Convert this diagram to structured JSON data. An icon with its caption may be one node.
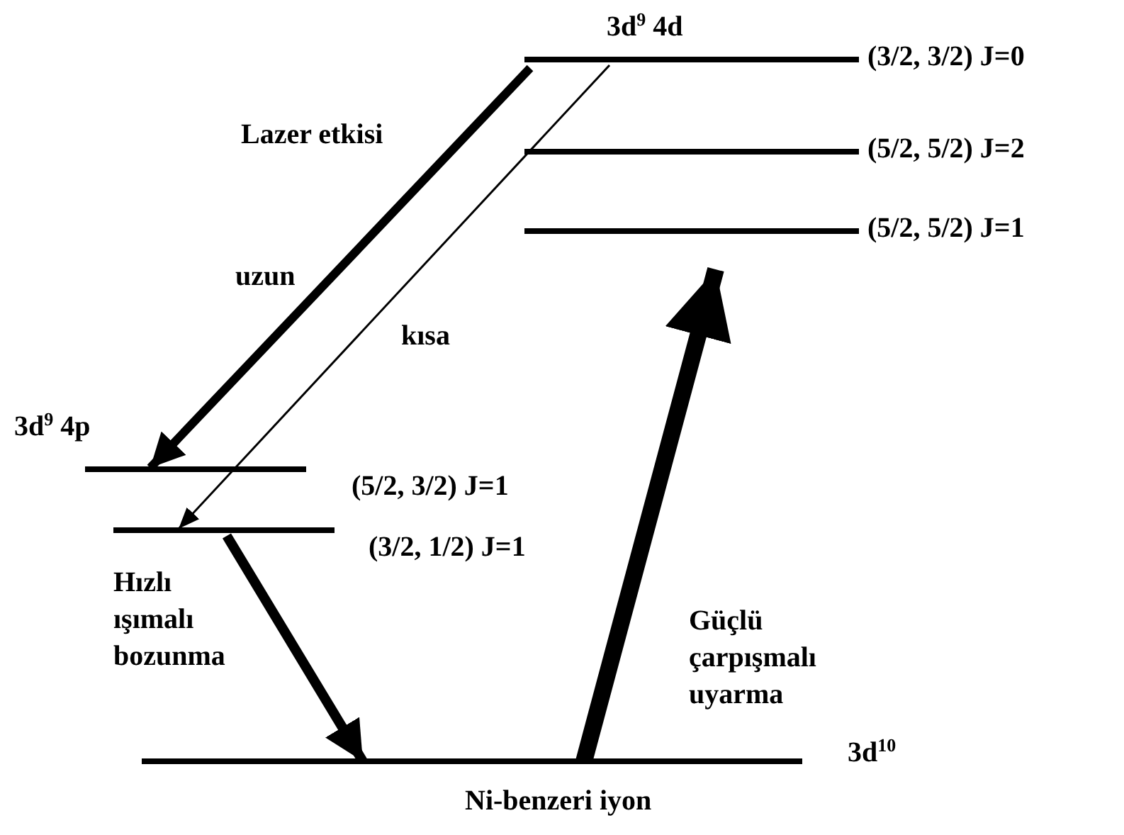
{
  "diagram": {
    "nodes": [
      {
        "text": [
          "(3/2, 3/2) J=0"
        ]
      },
      {
        "text": [
          "(5/2, 5/2) J=2"
        ]
      },
      {
        "text": [
          "(5/2, 5/2) J=1"
        ]
      },
      {
        "text": [
          "(5/2, 3/2) J=1"
        ]
      },
      {
        "text": [
          "(3/2, 1/2) J=1"
        ]
      },
      {
        "text": [
          "3d$^{10}$"
        ]
      }
    ],
    "edges": [
      {
        "from": 0,
        "to": 3,
        "arrow": "to",
        "label": "uzun"
      },
      {
        "from": 0,
        "to": 4,
        "arrow": "to",
        "label": "kısa"
      },
      {
        "from": 4,
        "to": 5,
        "arrow": "to",
        "label": "Hızlı ışımalı bozunma"
      },
      {
        "from": 5,
        "to": 2,
        "arrow": "to",
        "label": "Güçlü çarpışmalı uyarma",
        "style": "thick"
      }
    ],
    "labels": [
      "3d$^{9}$ 4d",
      "Lazer etkisi",
      "3d$^{9}$ 4p",
      "Ni-benzeri iyon"
    ]
  }
}
